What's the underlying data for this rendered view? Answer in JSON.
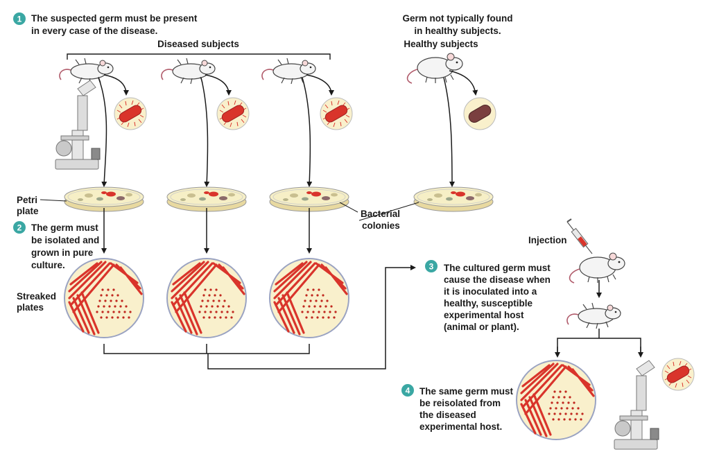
{
  "colors": {
    "badge": "#3aa7a3",
    "germ_red": "#d9342b",
    "germ_healthy": "#7a3f3f",
    "plate_agar": "#f6efc6",
    "arrow": "#1a1a1a"
  },
  "steps": {
    "s1": {
      "number": "1",
      "line1": "The suspected germ must be present",
      "line2": "in every case of the disease."
    },
    "s2": {
      "number": "2",
      "line1": "The germ must",
      "line2": "be isolated and",
      "line3": "grown in pure",
      "line4": "culture."
    },
    "s3": {
      "number": "3",
      "line1": "The cultured germ must",
      "line2": "cause the disease when",
      "line3": "it is inoculated into a",
      "line4": "healthy, susceptible",
      "line5": "experimental host",
      "line6": "(animal or plant)."
    },
    "s4": {
      "number": "4",
      "line1": "The same germ must",
      "line2": "be reisolated from",
      "line3": "the diseased",
      "line4": "experimental host."
    }
  },
  "labels": {
    "diseased_subjects": "Diseased subjects",
    "germ_not_found_1": "Germ not typically found",
    "germ_not_found_2": "in healthy subjects.",
    "healthy_subjects": "Healthy subjects",
    "petri_1": "Petri",
    "petri_2": "plate",
    "bacterial_1": "Bacterial",
    "bacterial_2": "colonies",
    "streaked_1": "Streaked",
    "streaked_2": "plates",
    "injection": "Injection"
  },
  "icons": [
    "mouse-icon",
    "microscope-icon",
    "bacterium-icon",
    "petri-plate-icon",
    "streaked-plate-icon",
    "syringe-icon"
  ]
}
